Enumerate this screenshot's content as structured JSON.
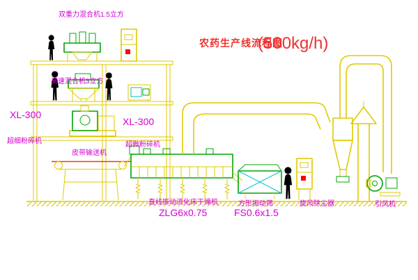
{
  "diagram": {
    "title": "农药生产线流程图",
    "capacity": "(500kg/h)",
    "labels": {
      "top_mixer": "双重力混合机1.5立方",
      "high_speed_mixer": "高速混合机3立方",
      "mill_left_model": "XL-300",
      "mill_left_name": "超细粉碎机",
      "mill_mid_model": "XL-300",
      "mill_mid_name": "超微粉碎机",
      "belt_conveyor": "皮带输送机",
      "dryer_name": "直线振动流化床干燥机",
      "dryer_model": "ZLG6x0.75",
      "sieve_name": "方形振动筛",
      "sieve_model": "FS0.6x1.5",
      "cyclone": "旋风除尘器",
      "fan": "引风机"
    },
    "palette": {
      "structure_yellow": "#dfca00",
      "equipment_green": "#00a405",
      "accent_cyan": "#00c2c2",
      "label_magenta": "#d400d4",
      "title_red": "#f03030",
      "belt_red": "#ff3300",
      "button_red": "#ff0000",
      "figure_black": "#000000",
      "background": "#ffffff"
    }
  }
}
